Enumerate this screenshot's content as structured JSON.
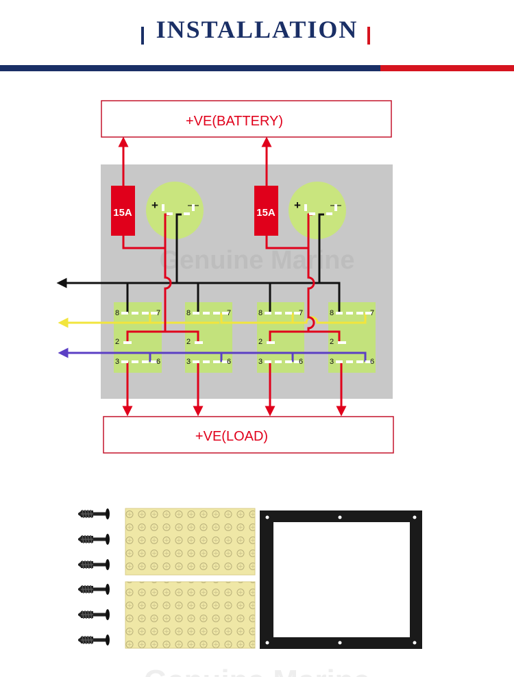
{
  "header": {
    "title": "INSTALLATION"
  },
  "diagram": {
    "battery_label": "+VE(BATTERY)",
    "load_label": "+VE(LOAD)",
    "fuse_label": "15A",
    "plus_sign": "+",
    "minus_sign": "—",
    "watermark": "Genuine Marine",
    "pin_8": "8",
    "pin_7": "7",
    "pin_2": "2",
    "pin_3": "3",
    "pin_6": "6"
  },
  "colors": {
    "navy": "#1a2f66",
    "red": "#e0001b",
    "black": "#111111",
    "yellow": "#f2e53d",
    "purple": "#5b3fc4",
    "switch_green": "#c3e27c",
    "meter_green": "#c9e57e",
    "panel_gray": "#c8c8c8",
    "gasket": "#1a1a1a",
    "label_sheet": "#efe7a6"
  }
}
